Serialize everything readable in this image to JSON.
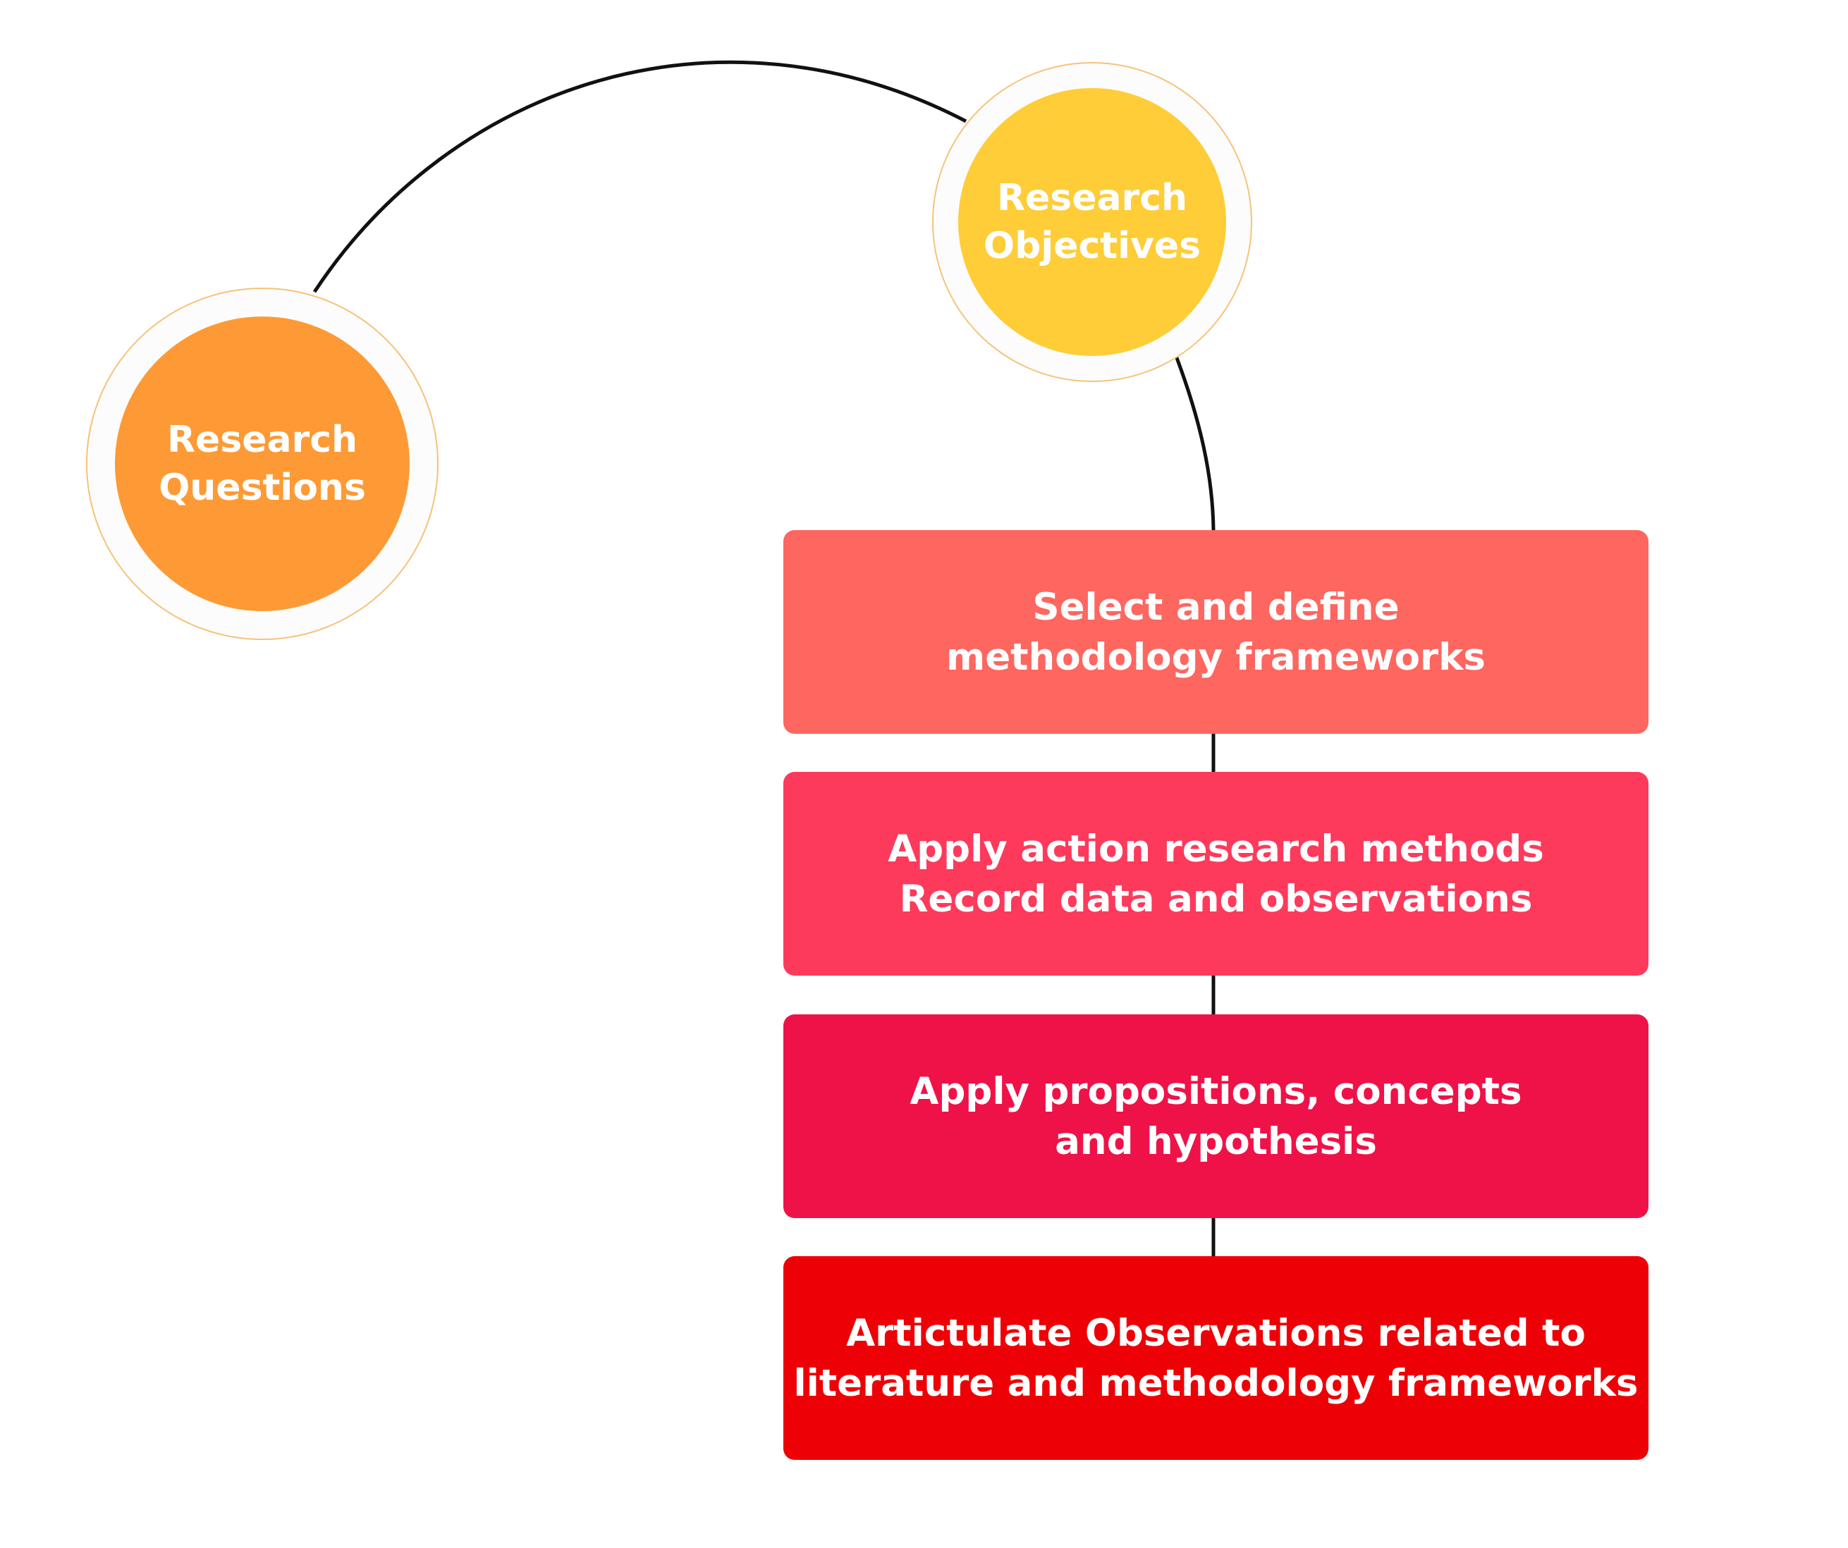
{
  "colors": {
    "connector": "#111111",
    "ring": "#fcfcfc",
    "ring_border": "#f6c27a",
    "research_questions": "#fd9a35",
    "research_objectives": "#fecd37",
    "step1": "#fe6660",
    "step2": "#fd3a5c",
    "step3": "#ef1248",
    "step4": "#ed0106"
  },
  "circles": {
    "research_questions": {
      "line1": "Research",
      "line2": "Questions"
    },
    "research_objectives": {
      "line1": "Research",
      "line2": "Objectives"
    }
  },
  "steps": [
    {
      "line1": "Select and define",
      "line2": "methodology frameworks"
    },
    {
      "line1": "Apply action research methods",
      "line2": "Record data and observations"
    },
    {
      "line1": "Apply propositions, concepts",
      "line2": "and hypothesis"
    },
    {
      "line1": "Artictulate Observations related to",
      "line2": "literature and methodology frameworks"
    }
  ]
}
